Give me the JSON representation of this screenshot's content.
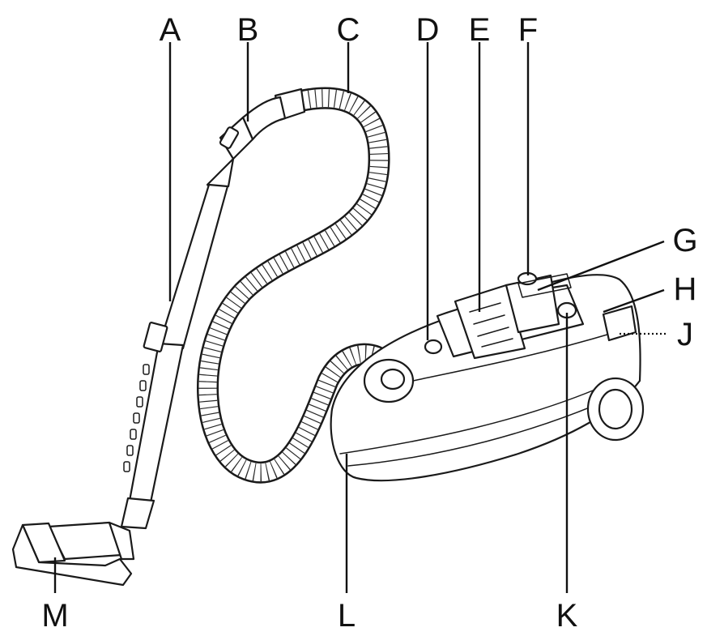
{
  "diagram": {
    "callouts": [
      {
        "id": "A",
        "label": "A"
      },
      {
        "id": "B",
        "label": "B"
      },
      {
        "id": "C",
        "label": "C"
      },
      {
        "id": "D",
        "label": "D"
      },
      {
        "id": "E",
        "label": "E"
      },
      {
        "id": "F",
        "label": "F"
      },
      {
        "id": "G",
        "label": "G"
      },
      {
        "id": "H",
        "label": "H"
      },
      {
        "id": "J",
        "label": "J"
      },
      {
        "id": "K",
        "label": "K"
      },
      {
        "id": "L",
        "label": "L"
      },
      {
        "id": "M",
        "label": "M"
      }
    ]
  }
}
